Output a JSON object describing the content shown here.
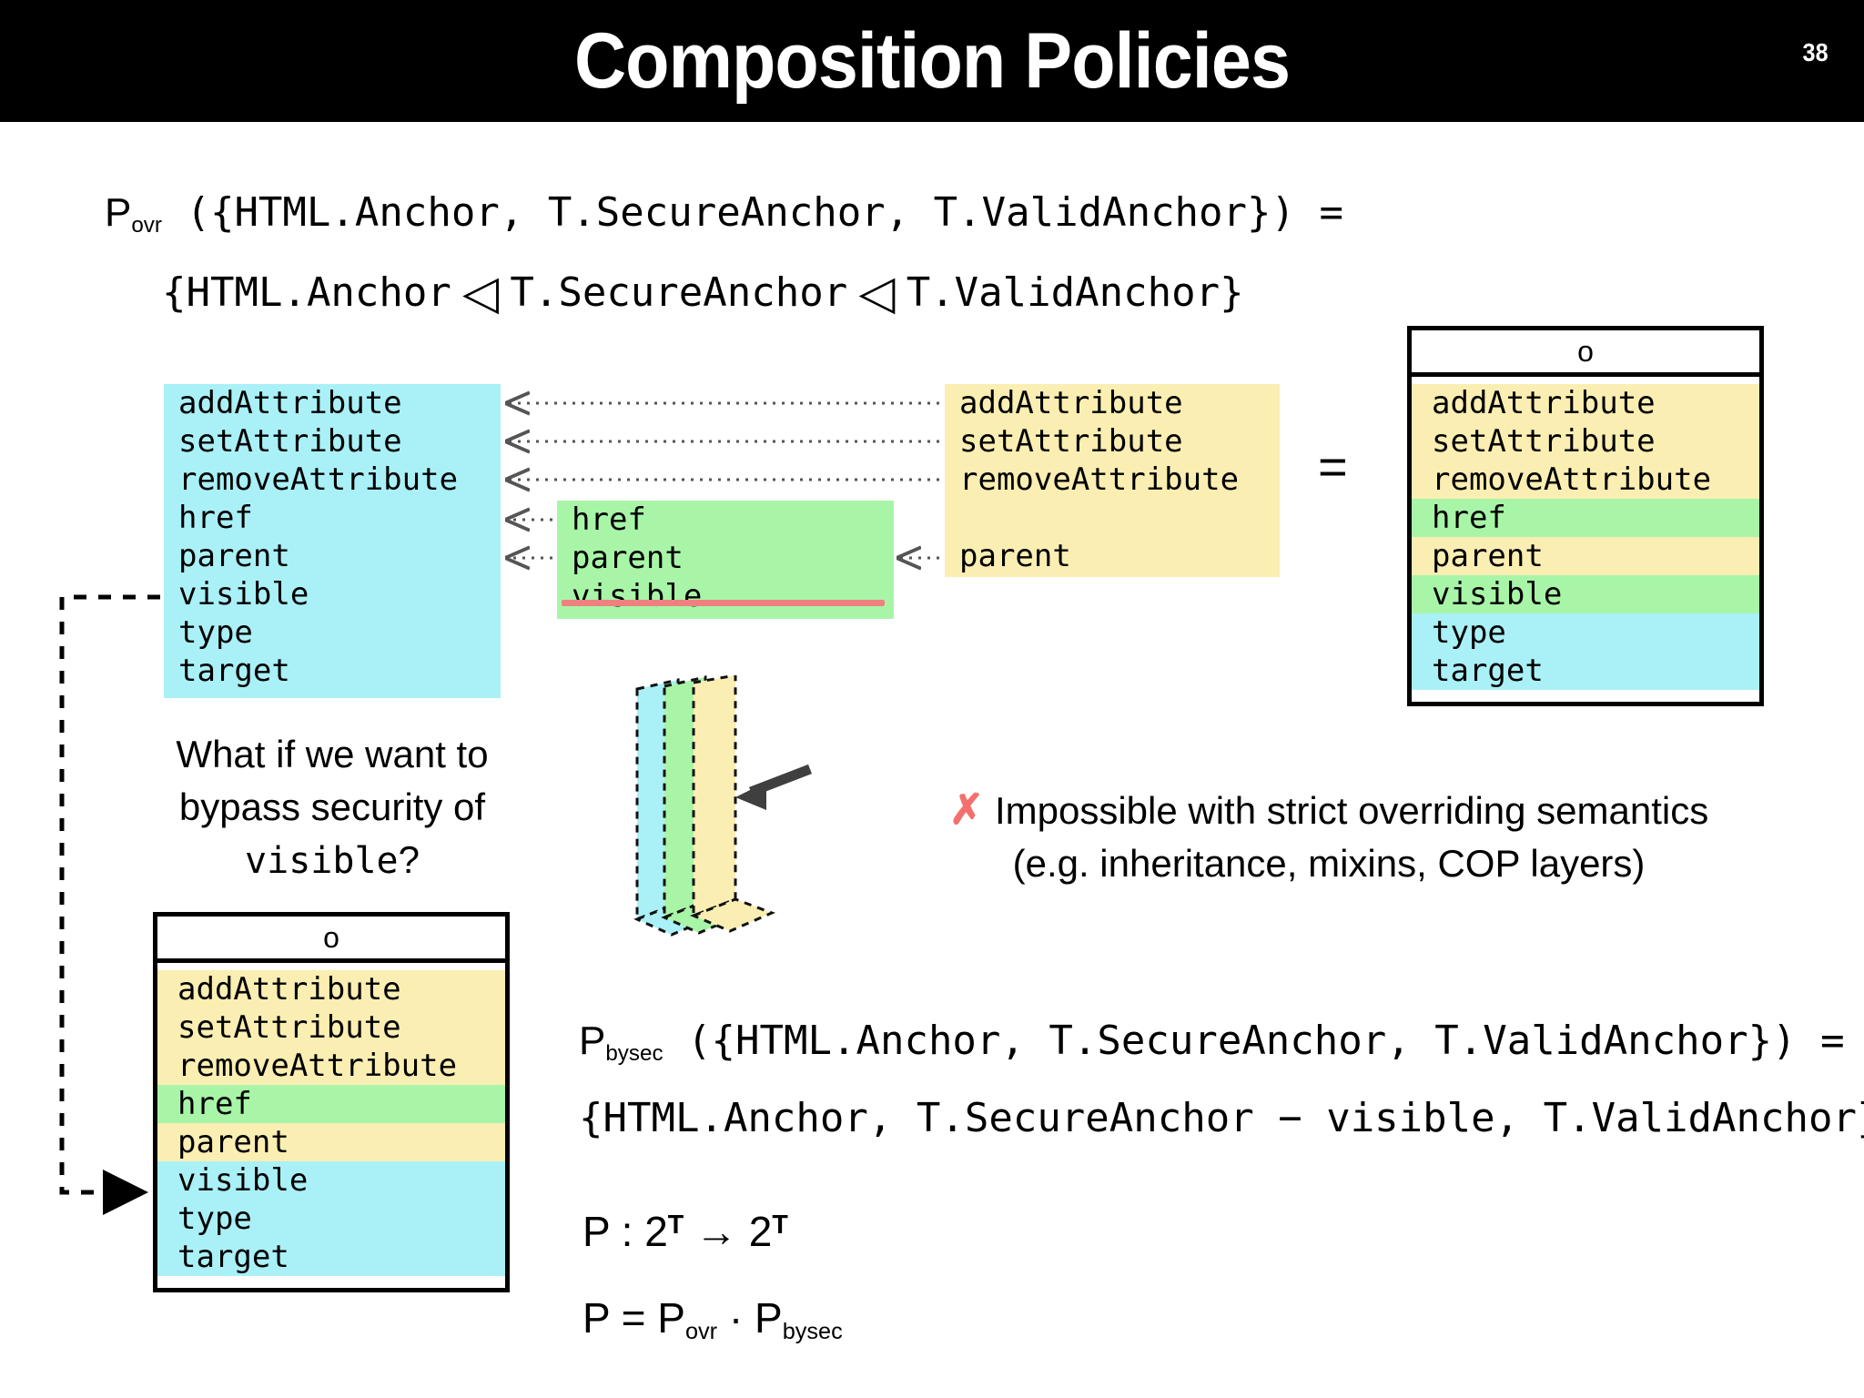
{
  "slide": {
    "title": "Composition Policies",
    "number": "38"
  },
  "formulas": {
    "ovr_line1_head": "P",
    "ovr_line1_sub": "ovr",
    "ovr_line1_rest": " ({HTML.Anchor, T.SecureAnchor, T.ValidAnchor}) =",
    "ovr_line2_open": "{HTML.Anchor",
    "ovr_triangle": "◁",
    "ovr_line2_mid": "T.SecureAnchor",
    "ovr_line2_tail": "T.ValidAnchor}",
    "bysec_head": "P",
    "bysec_sub": "bysec",
    "bysec_rest": " ({HTML.Anchor, T.SecureAnchor, T.ValidAnchor}) =",
    "bysec_line2": "{HTML.Anchor, T.SecureAnchor − visible, T.ValidAnchor}",
    "p_signature_pre": "P : 2",
    "p_signature_sup1": "T",
    "p_signature_arrow": " → 2",
    "p_signature_sup2": "T",
    "p_def_pre": "P = P",
    "p_def_sub1": "ovr",
    "p_def_dot": " · P",
    "p_def_sub2": "bysec"
  },
  "boxes": {
    "blue_box": {
      "name": "HTML.Anchor",
      "color": "#aaf0f7",
      "rows": [
        "addAttribute",
        "setAttribute",
        "removeAttribute",
        "href",
        "parent",
        "visible",
        "type",
        "target"
      ]
    },
    "green_box": {
      "name": "T.SecureAnchor",
      "color": "#a8f5a8",
      "rows": [
        "href",
        "parent",
        "visible"
      ],
      "struck_row": "visible",
      "strike_color": "#f08080"
    },
    "yellow_box": {
      "name": "T.ValidAnchor",
      "color": "#faeeb2",
      "rows": [
        "addAttribute",
        "setAttribute",
        "removeAttribute",
        "",
        "parent"
      ]
    },
    "result_box": {
      "caption": "o",
      "rows": [
        {
          "label": "addAttribute",
          "color": "yellow"
        },
        {
          "label": "setAttribute",
          "color": "yellow"
        },
        {
          "label": "removeAttribute",
          "color": "yellow"
        },
        {
          "label": "href",
          "color": "green"
        },
        {
          "label": "parent",
          "color": "yellow"
        },
        {
          "label": "visible",
          "color": "green"
        },
        {
          "label": "type",
          "color": "blue"
        },
        {
          "label": "target",
          "color": "blue"
        }
      ]
    },
    "bottom_box": {
      "caption": "o",
      "rows": [
        {
          "label": "addAttribute",
          "color": "yellow"
        },
        {
          "label": "setAttribute",
          "color": "yellow"
        },
        {
          "label": "removeAttribute",
          "color": "yellow"
        },
        {
          "label": "href",
          "color": "green"
        },
        {
          "label": "parent",
          "color": "yellow"
        },
        {
          "label": "visible",
          "color": "blue"
        },
        {
          "label": "type",
          "color": "blue"
        },
        {
          "label": "target",
          "color": "blue"
        }
      ]
    }
  },
  "equals_sign": "=",
  "question": {
    "line1": "What if we want to",
    "line2": "bypass security of",
    "line3_mono": "visible",
    "line3_tail": "?"
  },
  "impossible": {
    "mark": "✗",
    "mark_color": "#f4706e",
    "line1": "Impossible with strict overriding semantics",
    "line2": "(e.g. inheritance, mixins, COP layers)"
  },
  "layer_stack": {
    "layers": [
      "#aaf0f7",
      "#a8f5a8",
      "#faeeb2"
    ],
    "arrow_color": "#3f3f3f"
  }
}
